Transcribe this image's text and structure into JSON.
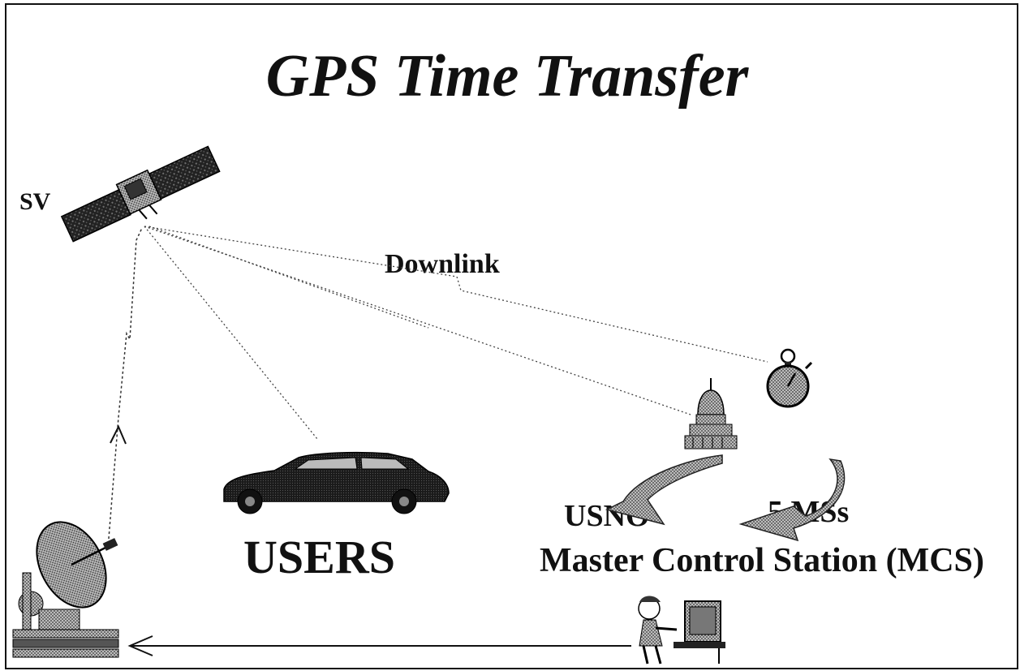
{
  "title": "GPS Time Transfer",
  "labels": {
    "sv": "SV",
    "downlink": "Downlink",
    "usno": "USNO",
    "monitor_stations": "5 MSs",
    "users": "USERS",
    "mcs": "Master Control Station (MCS)"
  },
  "icons": {
    "satellite": "satellite-icon",
    "ground_antenna": "ground-antenna-icon",
    "car": "car-icon",
    "capitol": "capitol-building-icon",
    "stopwatch": "stopwatch-icon",
    "operator": "operator-at-terminal-icon"
  },
  "colors": {
    "ink": "#111111",
    "stipple_gray": "#8a8a8a",
    "background": "#ffffff"
  }
}
